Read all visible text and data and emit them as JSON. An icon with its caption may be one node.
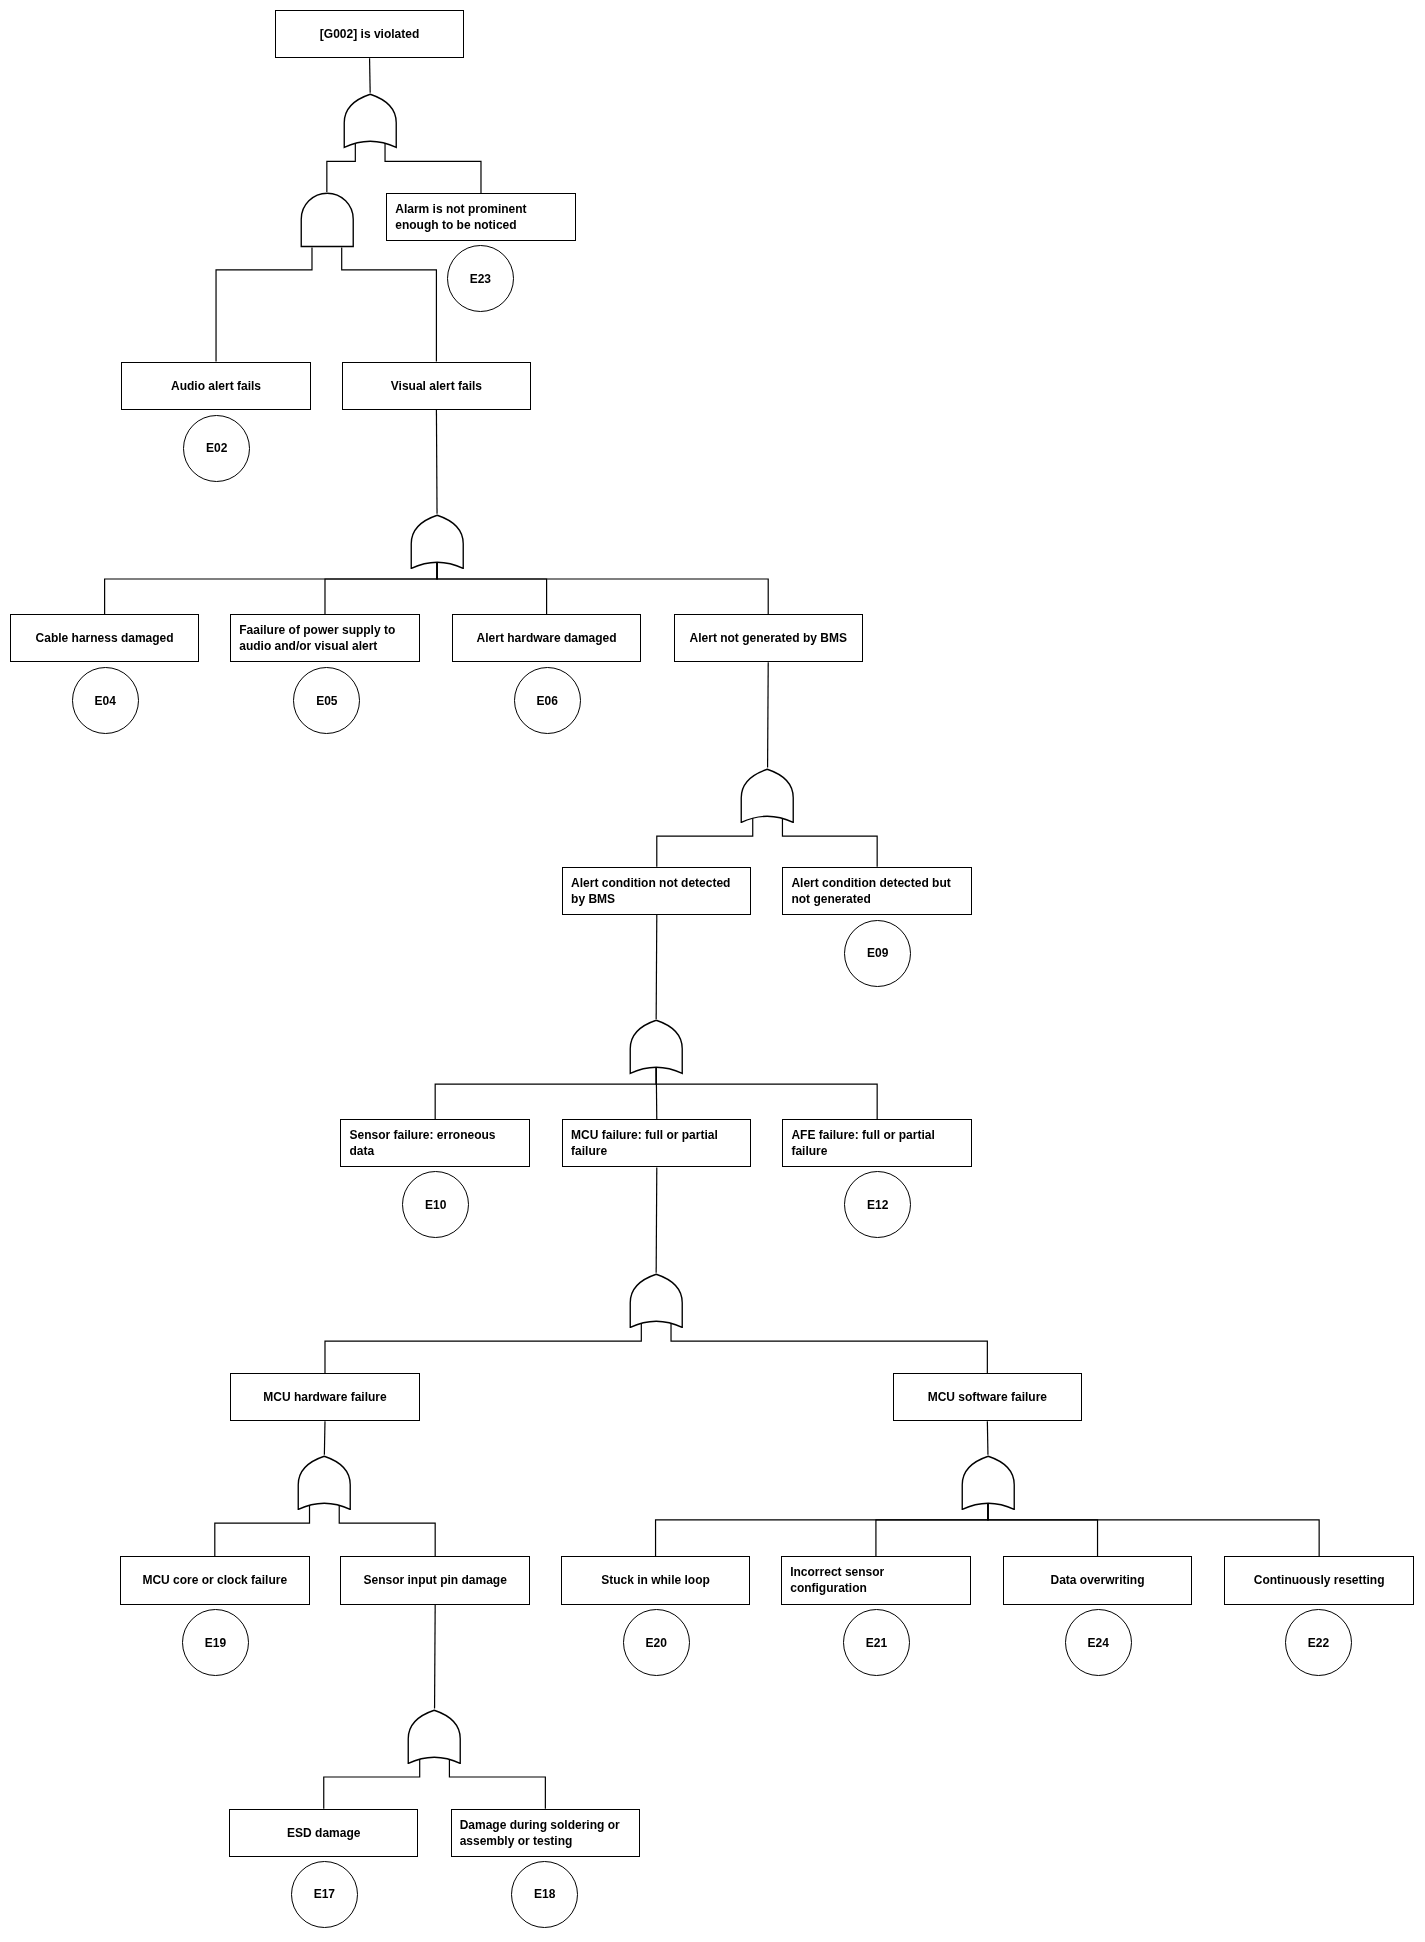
{
  "diagram": {
    "nodes": [
      {
        "text": [
          "[G002] is violated"
        ]
      },
      {
        "text": [],
        "shape": "or-gate"
      },
      {
        "text": [],
        "shape": "and-gate"
      },
      {
        "text": [
          "Alarm is not prominent enough to be noticed"
        ]
      },
      {
        "text": [
          "E23"
        ]
      },
      {
        "text": [
          "Audio alert fails"
        ]
      },
      {
        "text": [
          "E02"
        ]
      },
      {
        "text": [
          "Visual alert fails"
        ]
      },
      {
        "text": [],
        "shape": "or-gate"
      },
      {
        "text": [
          "Cable harness damaged"
        ]
      },
      {
        "text": [
          "E04"
        ]
      },
      {
        "text": [
          "Faailure of power supply to audio and/or visual alert"
        ]
      },
      {
        "text": [
          "E05"
        ]
      },
      {
        "text": [
          "Alert hardware damaged"
        ]
      },
      {
        "text": [
          "E06"
        ]
      },
      {
        "text": [
          "Alert not generated by BMS"
        ]
      },
      {
        "text": [],
        "shape": "or-gate"
      },
      {
        "text": [
          "Alert condition not detected by BMS"
        ]
      },
      {
        "text": [
          "Alert condition detected but not generated"
        ]
      },
      {
        "text": [
          "E09"
        ]
      },
      {
        "text": [],
        "shape": "or-gate"
      },
      {
        "text": [
          "Sensor failure: erroneous data"
        ]
      },
      {
        "text": [
          "E10"
        ]
      },
      {
        "text": [
          "MCU failure: full or partial failure"
        ]
      },
      {
        "text": [
          "AFE failure: full or partial failure"
        ]
      },
      {
        "text": [
          "E12"
        ]
      },
      {
        "text": [],
        "shape": "or-gate"
      },
      {
        "text": [
          "MCU hardware failure"
        ]
      },
      {
        "text": [
          "MCU software failure"
        ]
      },
      {
        "text": [],
        "shape": "or-gate"
      },
      {
        "text": [],
        "shape": "or-gate"
      },
      {
        "text": [
          "MCU core or clock failure"
        ]
      },
      {
        "text": [
          "E19"
        ]
      },
      {
        "text": [
          "Sensor input pin damage"
        ]
      },
      {
        "text": [
          "Stuck in while loop"
        ]
      },
      {
        "text": [
          "E20"
        ]
      },
      {
        "text": [
          "Incorrect sensor configuration"
        ]
      },
      {
        "text": [
          "E21"
        ]
      },
      {
        "text": [
          "Data overwriting"
        ]
      },
      {
        "text": [
          "E24"
        ]
      },
      {
        "text": [
          "Continuously resetting"
        ]
      },
      {
        "text": [
          "E22"
        ]
      },
      {
        "text": [],
        "shape": "or-gate"
      },
      {
        "text": [
          "ESD damage"
        ]
      },
      {
        "text": [
          "E17"
        ]
      },
      {
        "text": [
          "Damage during soldering or assembly or testing"
        ]
      },
      {
        "text": [
          "E18"
        ]
      }
    ],
    "edges": [
      {
        "from": 0,
        "to": 1,
        "arrow": "none"
      },
      {
        "from": 1,
        "to": 2,
        "arrow": "none"
      },
      {
        "from": 1,
        "to": 3,
        "arrow": "none"
      },
      {
        "from": 2,
        "to": 5,
        "arrow": "none"
      },
      {
        "from": 2,
        "to": 7,
        "arrow": "none"
      },
      {
        "from": 7,
        "to": 8,
        "arrow": "none"
      },
      {
        "from": 8,
        "to": 9,
        "arrow": "none"
      },
      {
        "from": 8,
        "to": 11,
        "arrow": "none"
      },
      {
        "from": 8,
        "to": 13,
        "arrow": "none"
      },
      {
        "from": 8,
        "to": 15,
        "arrow": "none"
      },
      {
        "from": 15,
        "to": 16,
        "arrow": "none"
      },
      {
        "from": 16,
        "to": 17,
        "arrow": "none"
      },
      {
        "from": 16,
        "to": 18,
        "arrow": "none"
      },
      {
        "from": 17,
        "to": 20,
        "arrow": "none"
      },
      {
        "from": 20,
        "to": 21,
        "arrow": "none"
      },
      {
        "from": 20,
        "to": 23,
        "arrow": "none"
      },
      {
        "from": 20,
        "to": 24,
        "arrow": "none"
      },
      {
        "from": 23,
        "to": 26,
        "arrow": "none"
      },
      {
        "from": 26,
        "to": 27,
        "arrow": "none"
      },
      {
        "from": 26,
        "to": 28,
        "arrow": "none"
      },
      {
        "from": 27,
        "to": 29,
        "arrow": "none"
      },
      {
        "from": 28,
        "to": 30,
        "arrow": "none"
      },
      {
        "from": 29,
        "to": 31,
        "arrow": "none"
      },
      {
        "from": 29,
        "to": 33,
        "arrow": "none"
      },
      {
        "from": 30,
        "to": 34,
        "arrow": "none"
      },
      {
        "from": 30,
        "to": 36,
        "arrow": "none"
      },
      {
        "from": 30,
        "to": 38,
        "arrow": "none"
      },
      {
        "from": 30,
        "to": 40,
        "arrow": "none"
      },
      {
        "from": 33,
        "to": 42,
        "arrow": "none"
      },
      {
        "from": 42,
        "to": 43,
        "arrow": "none"
      },
      {
        "from": 42,
        "to": 45,
        "arrow": "none"
      }
    ]
  }
}
